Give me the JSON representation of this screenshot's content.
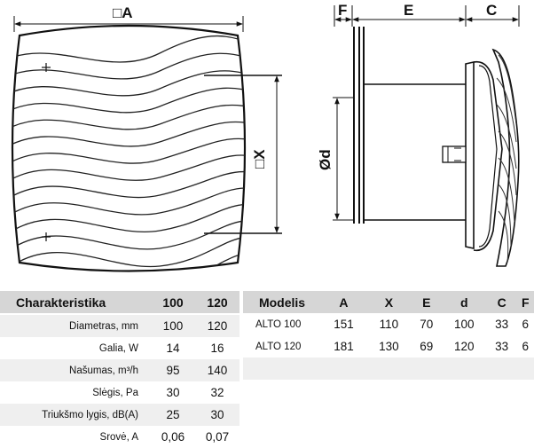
{
  "drawing": {
    "dims": {
      "A": "□A",
      "X": "□X",
      "d": "Ød",
      "F": "F",
      "E": "E",
      "C": "C"
    }
  },
  "characteristics": {
    "headers": [
      "Charakteristika",
      "100",
      "120"
    ],
    "rows": [
      {
        "label": "Diametras, mm",
        "v100": "100",
        "v120": "120"
      },
      {
        "label": "Galia, W",
        "v100": "14",
        "v120": "16"
      },
      {
        "label": "Našumas, m³/h",
        "v100": "95",
        "v120": "140"
      },
      {
        "label": "Slėgis, Pa",
        "v100": "30",
        "v120": "32"
      },
      {
        "label": "Triukšmo lygis, dB(A)",
        "v100": "25",
        "v120": "30"
      },
      {
        "label": "Srovė, A",
        "v100": "0,06",
        "v120": "0,07"
      }
    ]
  },
  "models": {
    "headers": [
      "Modelis",
      "A",
      "X",
      "E",
      "d",
      "C",
      "F"
    ],
    "rows": [
      {
        "model": "ALTO 100",
        "A": "151",
        "X": "110",
        "E": "70",
        "d": "100",
        "C": "33",
        "F": "6"
      },
      {
        "model": "ALTO 120",
        "A": "181",
        "X": "130",
        "E": "69",
        "d": "120",
        "C": "33",
        "F": "6"
      }
    ]
  }
}
